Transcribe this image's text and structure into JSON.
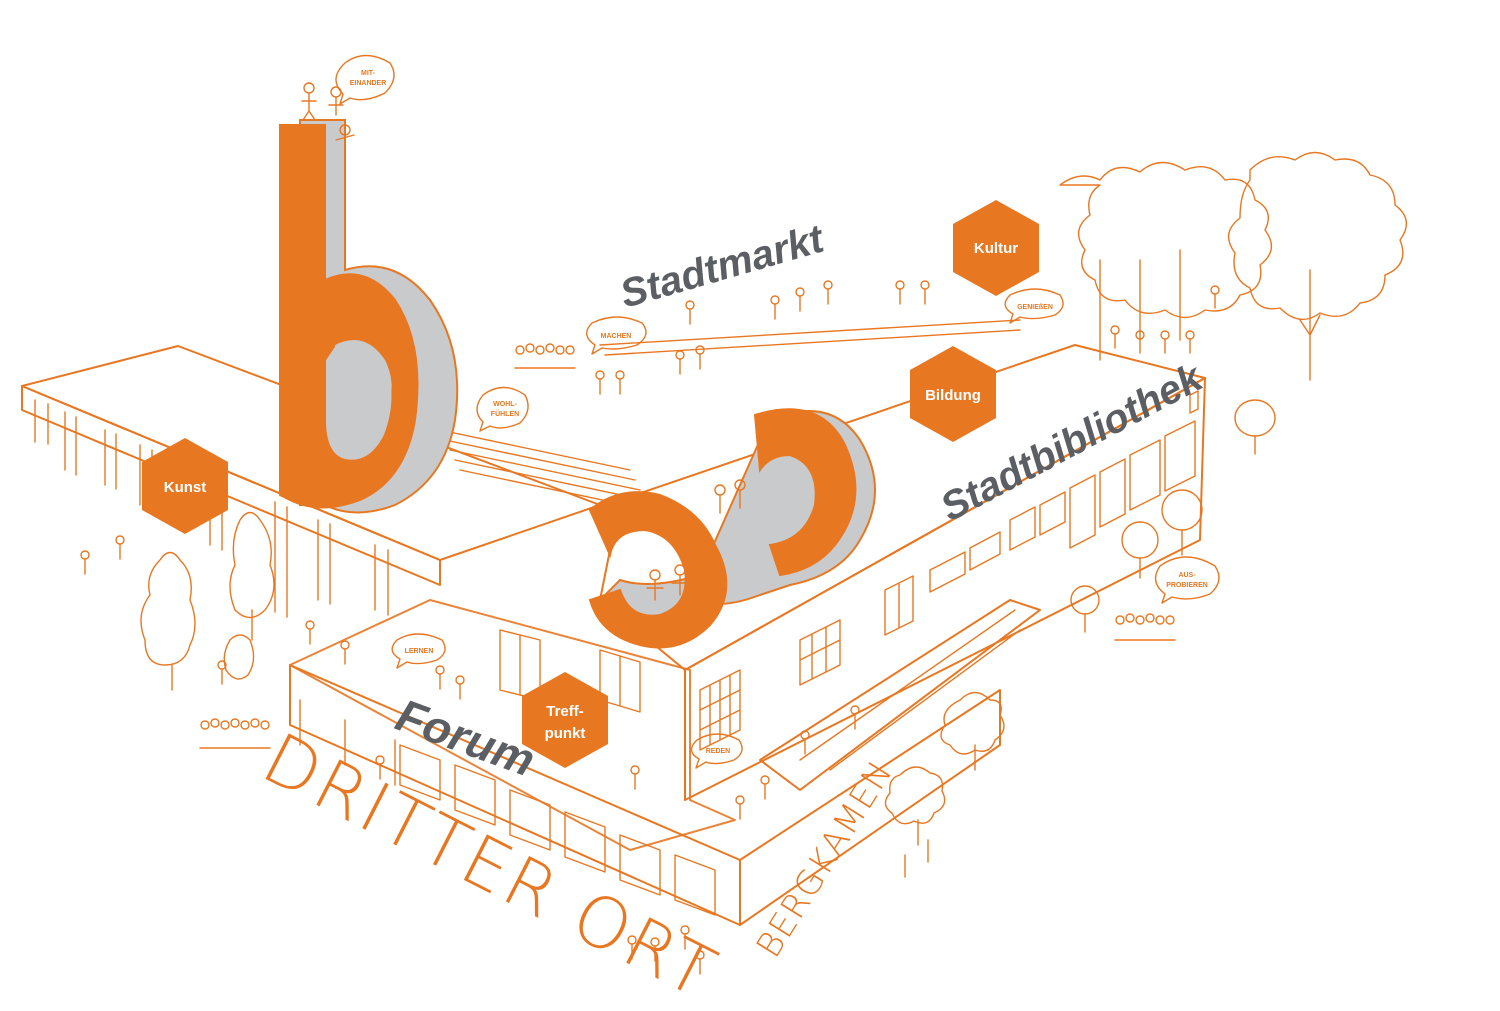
{
  "colors": {
    "accent": "#e87722",
    "building_fill": "#f7dcc8",
    "roof_fill": "#fbeee5",
    "letter_side": "#c9cacb",
    "label_gray": "#5b5f63"
  },
  "areas": {
    "stadtmarkt": "Stadtmarkt",
    "stadtbibliothek": "Stadtbibliothek",
    "forum": "Forum"
  },
  "hexagons": [
    {
      "lines": [
        "Kunst"
      ]
    },
    {
      "lines": [
        "Kultur"
      ]
    },
    {
      "lines": [
        "Bildung"
      ]
    },
    {
      "lines": [
        "Treff-",
        "punkt"
      ]
    }
  ],
  "bubbles": [
    {
      "lines": [
        "MIT-",
        "EINANDER"
      ]
    },
    {
      "lines": [
        "MACHEN"
      ]
    },
    {
      "lines": [
        "WOHL-",
        "FÜHLEN"
      ]
    },
    {
      "lines": [
        "GENIEßEN"
      ]
    },
    {
      "lines": [
        "LERNEN"
      ]
    },
    {
      "lines": [
        "REDEN"
      ]
    },
    {
      "lines": [
        "AUS-",
        "PROBIEREN"
      ]
    }
  ],
  "handwritten": {
    "title": "DRITTER ORT",
    "city": "BERGKAMEN"
  },
  "logo_letters": {
    "b": "b",
    "three": "3"
  }
}
